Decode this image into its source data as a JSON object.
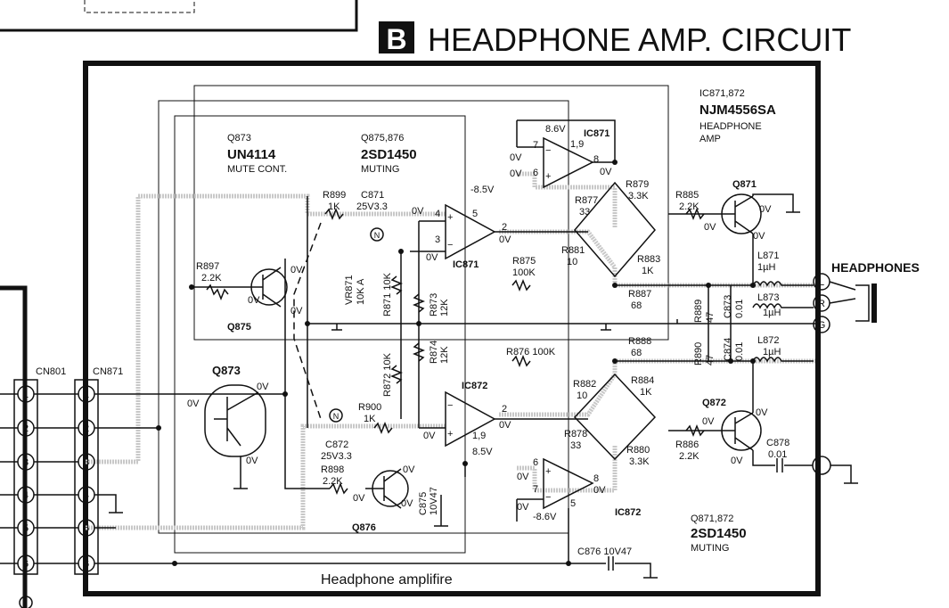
{
  "title": {
    "badge": "B",
    "text": "HEADPHONE AMP. CIRCUIT"
  },
  "footer_label": "Headphone amplifire",
  "output_label": "HEADPHONES",
  "connectors": {
    "cn801": "CN801",
    "cn871": "CN871",
    "pins": [
      "1",
      "2",
      "3",
      "4",
      "5",
      "6"
    ],
    "jack": [
      "L",
      "R",
      "G"
    ]
  },
  "notes": {
    "q873": {
      "ref": "Q873",
      "part": "UN4114",
      "role": "MUTE CONT."
    },
    "q875_876": {
      "ref": "Q875,876",
      "part": "2SD1450",
      "role": "MUTING"
    },
    "ic871_872": {
      "ref": "IC871,872",
      "part": "NJM4556SA",
      "role1": "HEADPHONE",
      "role2": "AMP"
    },
    "q871_872": {
      "ref": "Q871,872",
      "part": "2SD1450",
      "role": "MUTING"
    }
  },
  "components": {
    "r899": "R899",
    "r899v": "1K",
    "c871": "C871",
    "c871v": "25V3.3",
    "r897": "R897",
    "r897v": "2.2K",
    "q875": "Q875",
    "vr871": "VR871",
    "vr871v": "10K A",
    "r871": "R871 10K",
    "r872": "R872 10K",
    "r873": "R873",
    "r873v": "12K",
    "r874": "R874",
    "r874v": "12K",
    "r875": "R875",
    "r875v": "100K",
    "r876": "R876 100K",
    "ic871a": "IC871",
    "ic871b": "IC871",
    "ic872a": "IC872",
    "ic872b": "IC872",
    "r877": "R877",
    "r877v": "33",
    "r879": "R879",
    "r879v": "3.3K",
    "r881": "R881",
    "r881v": "10",
    "r883": "R883",
    "r883v": "1K",
    "r887": "R887",
    "r887v": "68",
    "r888": "R888",
    "r888v": "68",
    "r882": "R882",
    "r882v": "10",
    "r884": "R884",
    "r884v": "1K",
    "r878": "R878",
    "r878v": "33",
    "r880": "R880",
    "r880v": "3.3K",
    "r885": "R885",
    "r885v": "2.2K",
    "r886": "R886",
    "r886v": "2.2K",
    "q871": "Q871",
    "q872": "Q872",
    "q873": "Q873",
    "q876": "Q876",
    "l871": "L871",
    "l871v": "1µH",
    "l872": "L872",
    "l872v": "1µH",
    "l873": "L873",
    "l873v": "1µH",
    "r889": "R889",
    "r889v": "47",
    "r890": "R890",
    "r890v": "47",
    "c873": "C873",
    "c873v": "0.01",
    "c874": "C874",
    "c874v": "0.01",
    "c878": "C878",
    "c878v": "0.01",
    "r900": "R900",
    "r900v": "1K",
    "c872": "C872",
    "c872v": "25V3.3",
    "r898": "R898",
    "r898v": "2.2K",
    "c875": "C875",
    "c875v": "10V47",
    "c876": "C876  10V47",
    "n_mark": "N"
  },
  "voltages": {
    "v0": "0V",
    "v86": "8.6V",
    "vm85": "-8.5V",
    "v85": "8.5V",
    "vm86": "-8.6V",
    "pins19": "1,9",
    "p2": "2",
    "p3": "3",
    "p4": "4",
    "p5": "5",
    "p6": "6",
    "p7": "7",
    "p8": "8"
  }
}
